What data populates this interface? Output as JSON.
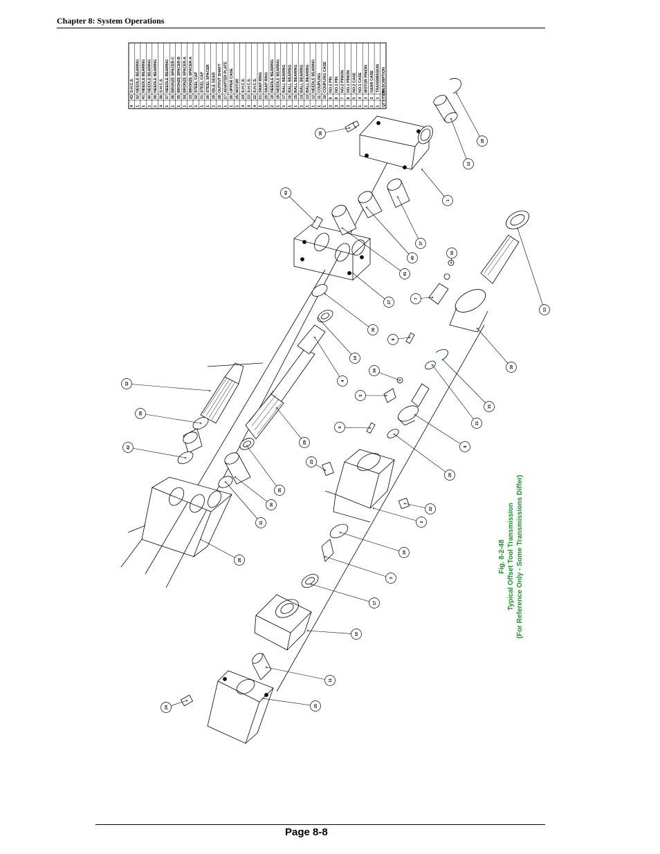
{
  "header": {
    "chapter": "Chapter 8: System Operations"
  },
  "footer": {
    "page": "Page 8-8"
  },
  "figure": {
    "caption_fig": "Fig. 8-2-48",
    "caption_title": "Typical Offset Tool Transmission",
    "caption_note": "(For Reference Only - Some Transmissions Differ)",
    "caption_color": "#1f8f2a",
    "callout_color": "#1f8f2a",
    "parts_header": {
      "qty": "QTY",
      "item": "ITEM",
      "desc": "DESCRIPTION"
    },
    "parts": [
      {
        "qty": "4",
        "item": "43",
        "desc": "S.H.C.S."
      },
      {
        "qty": "1",
        "item": "42",
        "desc": "NEEDLE BEARING"
      },
      {
        "qty": "1",
        "item": "41",
        "desc": "NEEDLE BEARING"
      },
      {
        "qty": "1",
        "item": "40",
        "desc": "NEEDLE BEARING"
      },
      {
        "qty": "1",
        "item": "39",
        "desc": "NEEDLE BEARING"
      },
      {
        "qty": "4",
        "item": "38",
        "desc": "S.H.C.S."
      },
      {
        "qty": "1",
        "item": "37",
        "desc": "NEEDLE BEARING"
      },
      {
        "qty": "1",
        "item": "36",
        "desc": "BRONZE SPACER-C"
      },
      {
        "qty": "1",
        "item": "35",
        "desc": "BRONZE SPACER-B"
      },
      {
        "qty": "1",
        "item": "34",
        "desc": "BRONZE SPACER-A"
      },
      {
        "qty": "1",
        "item": "33",
        "desc": "BRONZE SPACER-A"
      },
      {
        "qty": "1",
        "item": "32",
        "desc": "STEEL CAP"
      },
      {
        "qty": "1",
        "item": "31",
        "desc": "STEEL CAP"
      },
      {
        "qty": "1",
        "item": "30",
        "desc": "STEEL SPACER"
      },
      {
        "qty": "1",
        "item": "29",
        "desc": "IDLE GEAR"
      },
      {
        "qty": "1",
        "item": "28",
        "desc": "OUTPUT SHAFT"
      },
      {
        "qty": "1",
        "item": "27",
        "desc": "ADAPTER PLATE"
      },
      {
        "qty": "1",
        "item": "26",
        "desc": "UPPER CASE"
      },
      {
        "qty": "1",
        "item": "25",
        "desc": "MOTOR"
      },
      {
        "qty": "4",
        "item": "24",
        "desc": "S.H.C.S."
      },
      {
        "qty": "4",
        "item": "23",
        "desc": "S.H.C.S."
      },
      {
        "qty": "4",
        "item": "22",
        "desc": "S.H.C.S."
      },
      {
        "qty": "1",
        "item": "21",
        "desc": "SNAP RING"
      },
      {
        "qty": "1",
        "item": "20",
        "desc": "SNAP RING"
      },
      {
        "qty": "2",
        "item": "19",
        "desc": "NEEDLE BEARING"
      },
      {
        "qty": "1",
        "item": "18",
        "desc": "NEEDLE BEARING"
      },
      {
        "qty": "1",
        "item": "17",
        "desc": "BALL BEARING"
      },
      {
        "qty": "1",
        "item": "16",
        "desc": "BALL BEARING"
      },
      {
        "qty": "1",
        "item": "15",
        "desc": "BALL BEARING"
      },
      {
        "qty": "1",
        "item": "14",
        "desc": "BALL BEARING"
      },
      {
        "qty": "1",
        "item": "13",
        "desc": "BALL BEARING"
      },
      {
        "qty": "1",
        "item": "12",
        "desc": "NEEDLE BEARING"
      },
      {
        "qty": "1",
        "item": "11",
        "desc": "COUPLING"
      },
      {
        "qty": "1",
        "item": "10",
        "desc": "COUPLING CASE"
      },
      {
        "qty": "2",
        "item": "9",
        "desc": "NO.2 PIN"
      },
      {
        "qty": "3",
        "item": "8",
        "desc": "NO.1 PIN"
      },
      {
        "qty": "3",
        "item": "7",
        "desc": "NO.2 PINION"
      },
      {
        "qty": "3",
        "item": "6",
        "desc": "NO.1 PINION"
      },
      {
        "qty": "1",
        "item": "5",
        "desc": "NO.2 CASE"
      },
      {
        "qty": "1",
        "item": "4",
        "desc": "NO.1 CASE"
      },
      {
        "qty": "1",
        "item": "3",
        "desc": "MOTOR PINION"
      },
      {
        "qty": "1",
        "item": "2",
        "desc": "GEAR CASE"
      },
      {
        "qty": "1",
        "item": "1",
        "desc": "TRANSMISSION"
      }
    ],
    "callouts": [
      "38",
      "12",
      "28",
      "1",
      "43",
      "37",
      "40",
      "41",
      "27",
      "16",
      "13",
      "7",
      "9",
      "36",
      "39",
      "34",
      "5",
      "15",
      "6",
      "21",
      "8",
      "14",
      "4",
      "39",
      "42",
      "32",
      "35",
      "30",
      "31",
      "23",
      "20",
      "26",
      "22",
      "2",
      "34",
      "3",
      "17",
      "10",
      "11",
      "25",
      "24",
      "29"
    ]
  }
}
